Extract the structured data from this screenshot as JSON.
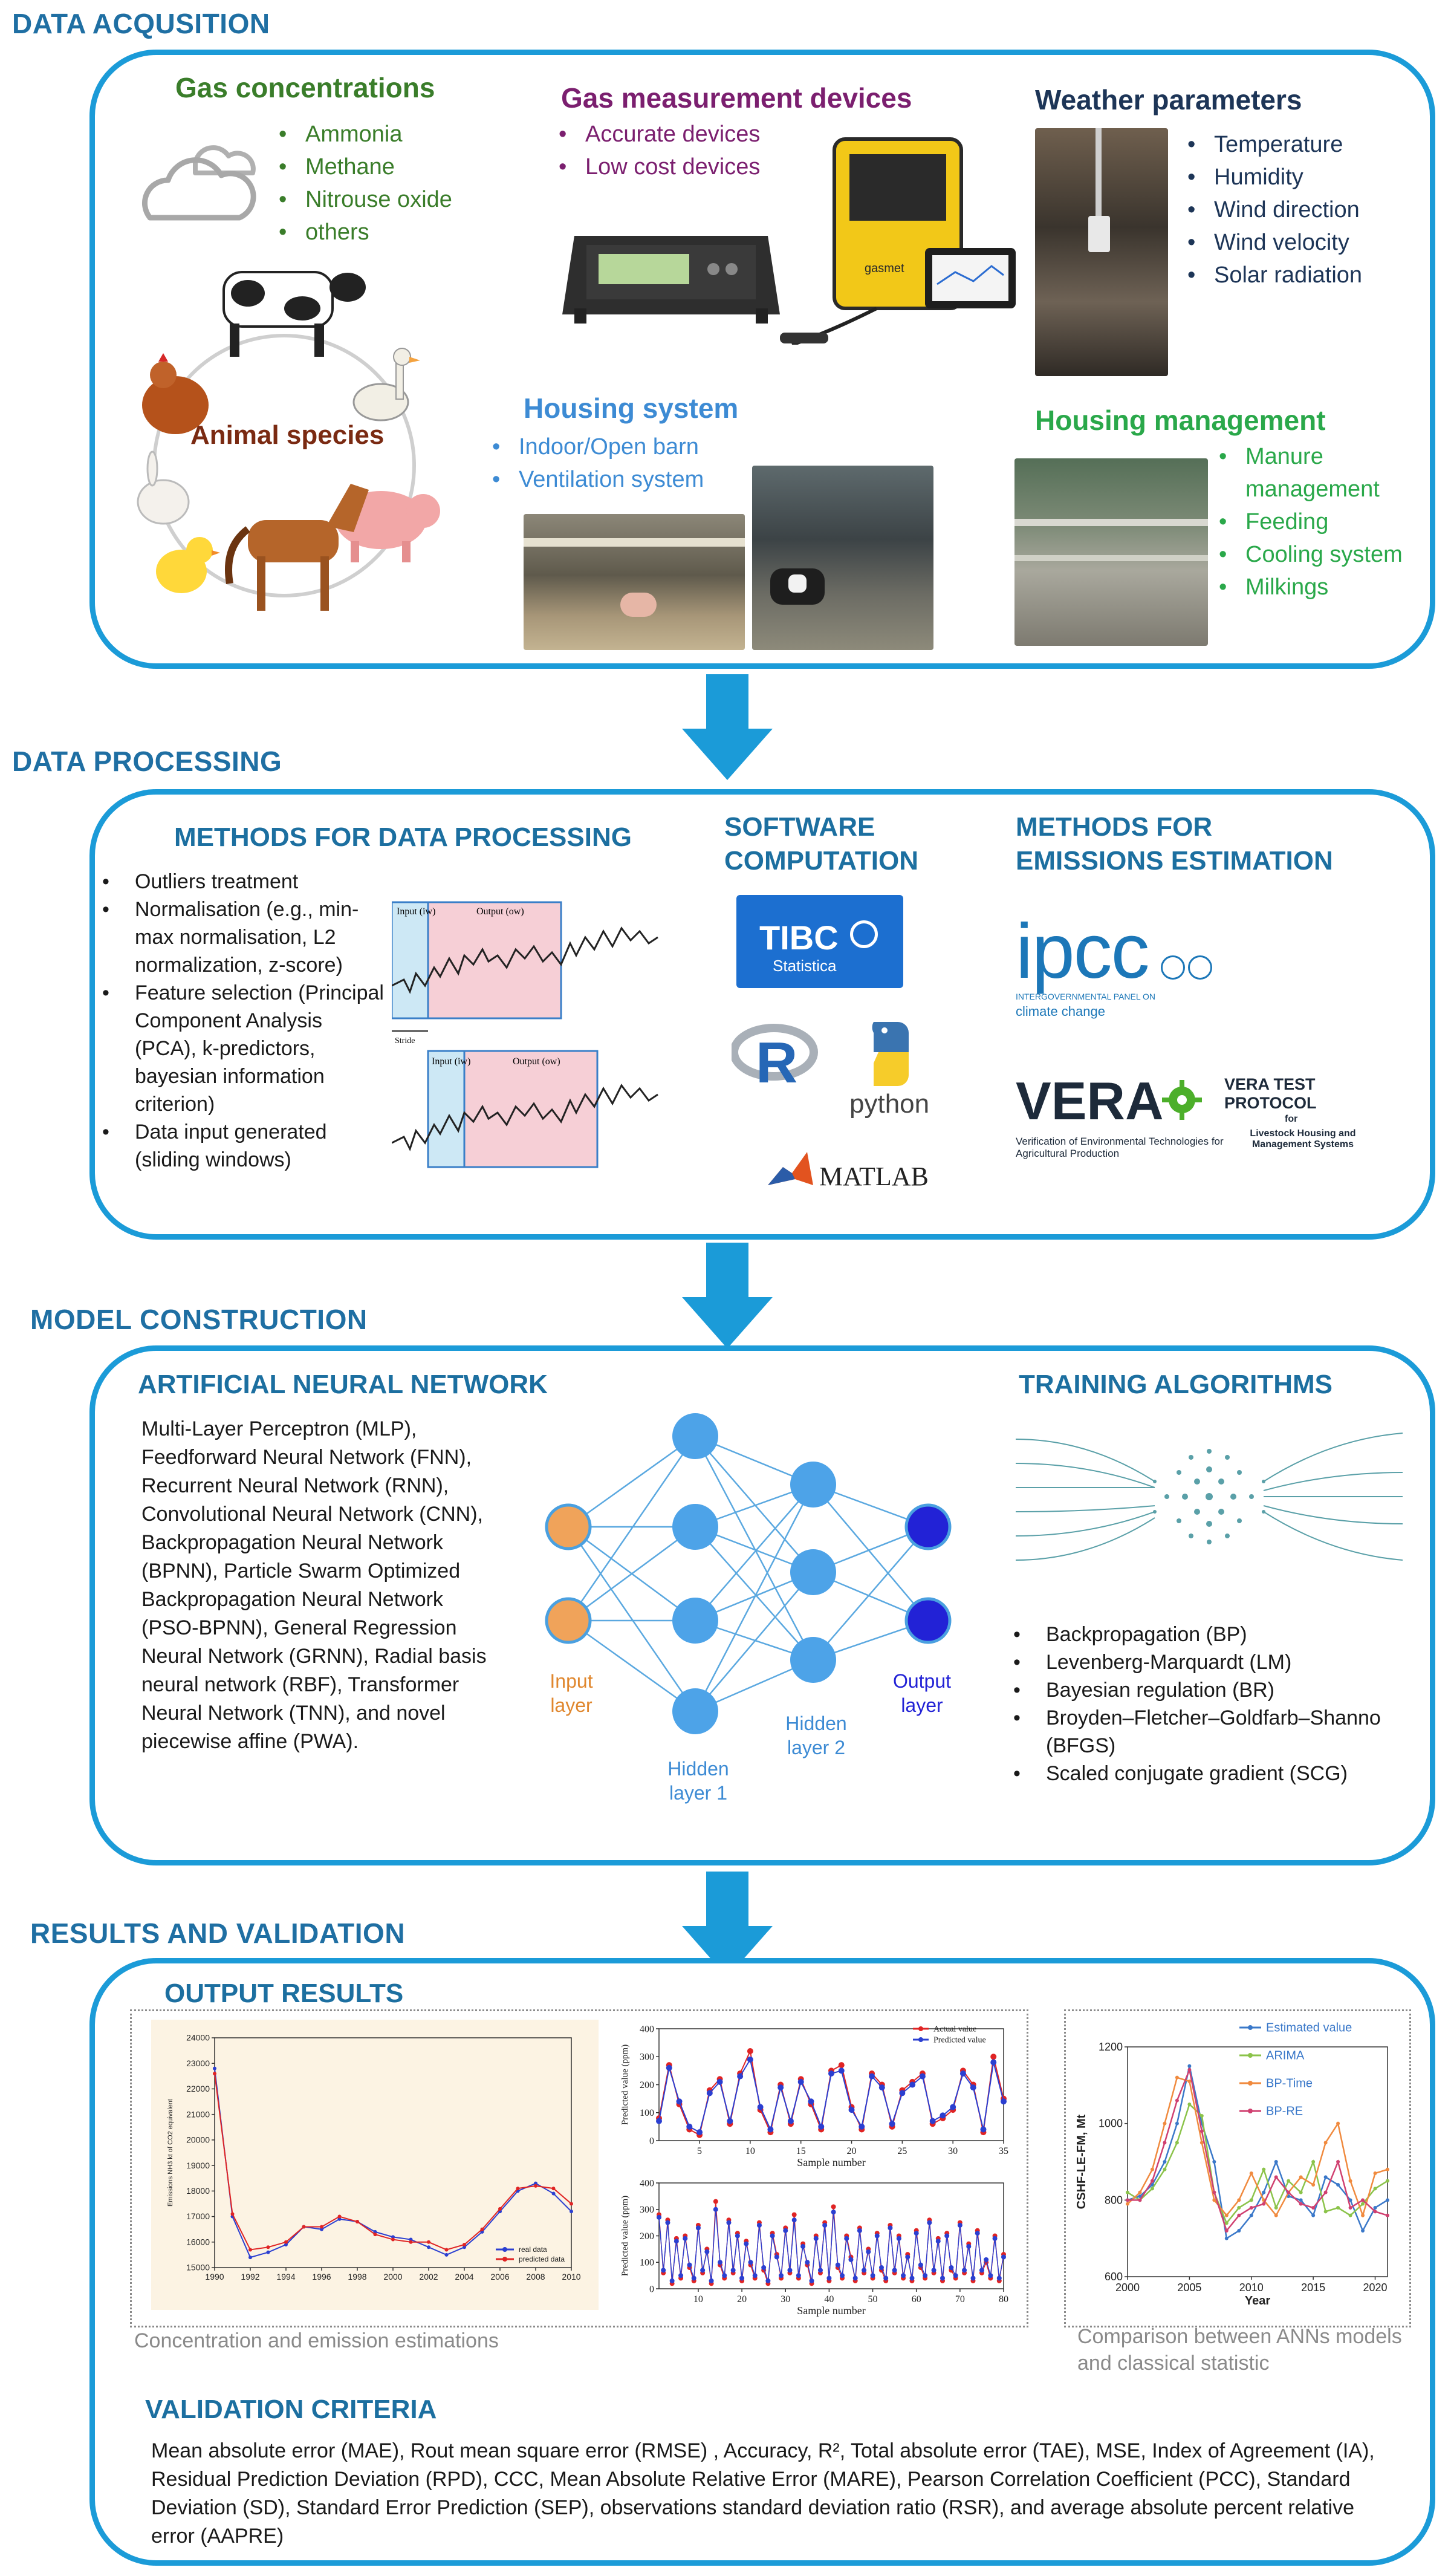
{
  "sections": {
    "acquisition": "DATA ACQUSITION",
    "processing": "DATA PROCESSING",
    "model": "MODEL CONSTRUCTION",
    "results": "RESULTS AND VALIDATION"
  },
  "acquisition": {
    "gas_title": "Gas concentrations",
    "gas_items": [
      "Ammonia",
      "Methane",
      "Nitrouse oxide",
      "others"
    ],
    "devices_title": "Gas measurement devices",
    "devices_items": [
      "Accurate devices",
      "Low cost devices"
    ],
    "device_brand": "gasmet",
    "weather_title": "Weather parameters",
    "weather_items": [
      "Temperature",
      "Humidity",
      "Wind direction",
      "Wind velocity",
      "Solar radiation"
    ],
    "animal_label": "Animal species",
    "housing_title": "Housing system",
    "housing_items": [
      "Indoor/Open barn",
      "Ventilation system"
    ],
    "mgmt_title": "Housing management",
    "mgmt_items": [
      "Manure management",
      "Feeding",
      "Cooling system",
      "Milkings"
    ]
  },
  "processing": {
    "methods_title": "METHODS FOR DATA PROCESSING",
    "methods_items": [
      "Outliers treatment",
      "Normalisation (e.g., min-max normalisation, L2 normalization, z-score)",
      "Feature selection (Principal Component Analysis (PCA), k-predictors, bayesian information criterion)",
      "Data input generated (sliding windows)"
    ],
    "window_input": "Input (iw)",
    "window_output": "Output (ow)",
    "window_stride": "Stride",
    "software_title_1": "SOFTWARE",
    "software_title_2": "COMPUTATION",
    "tibco": "TIBC",
    "tibco_sub": "Statistica",
    "r_label": "R",
    "python_label": "python",
    "matlab_label": "MATLAB",
    "emis_title_1": "METHODS FOR",
    "emis_title_2": "EMISSIONS ESTIMATION",
    "ipcc": "ipcc",
    "ipcc_sub": "INTERGOVERNMENTAL PANEL ON",
    "ipcc_sub2": "climate change",
    "vera": "VERA",
    "vera_protocol": "VERA TEST PROTOCOL",
    "vera_sub": "Verification of Environmental Technologies for Agricultural Production",
    "vera_for": "for",
    "vera_for2": "Livestock Housing and Management Systems"
  },
  "model": {
    "ann_title": "ARTIFICIAL NEURAL NETWORK",
    "ann_text": "Multi-Layer Perceptron (MLP), Feedforward Neural Network (FNN), Recurrent Neural Network (RNN), Convolutional Neural Network (CNN), Backpropagation Neural Network (BPNN), Particle Swarm Optimized Backpropagation Neural Network (PSO-BPNN), General Regression Neural Network (GRNN), Radial basis neural network (RBF), Transformer Neural Network (TNN), and novel piecewise affine (PWA).",
    "input_layer": "Input layer",
    "hidden1": "Hidden layer 1",
    "hidden2": "Hidden layer 2",
    "output_layer": "Output layer",
    "train_title": "TRAINING ALGORITHMS",
    "train_items": [
      "Backpropagation (BP)",
      "Levenberg-Marquardt (LM)",
      "Bayesian regulation (BR)",
      "Broyden–Fletcher–Goldfarb–Shanno (BFGS)",
      "Scaled conjugate gradient (SCG)"
    ]
  },
  "results": {
    "output_title": "OUTPUT RESULTS",
    "caption_left": "Concentration and emission estimations",
    "caption_right": "Comparison between ANNs models and classical statistic",
    "validation_title": "VALIDATION CRITERIA",
    "validation_text": "Mean absolute error (MAE), Rout mean square error (RMSE) , Accuracy, R², Total absolute error (TAE), MSE, Index of Agreement (IA), Residual Prediction Deviation (RPD), CCC, Mean Absolute Relative Error (MARE), Pearson Correlation Coefficient (PCC), Standard Deviation (SD), Standard Error Prediction (SEP), observations standard deviation ratio (RSR), and average absolute percent relative error (AAPRE)"
  },
  "chart_data": [
    {
      "type": "line",
      "xlabel": "",
      "ylabel": "Emissions NH3 kt of CO2 equivalent",
      "x": [
        1990,
        1991,
        1992,
        1993,
        1994,
        1995,
        1996,
        1997,
        1998,
        1999,
        2000,
        2001,
        2002,
        2003,
        2004,
        2005,
        2006,
        2007,
        2008,
        2009,
        2010
      ],
      "x_ticks": [
        "1990",
        "1992",
        "1994",
        "1996",
        "1998",
        "2000",
        "2002",
        "2004",
        "2006",
        "2008",
        "2010"
      ],
      "ylim": [
        15000,
        24000
      ],
      "y_ticks": [
        "15000",
        "16000",
        "17000",
        "18000",
        "19000",
        "20000",
        "21000",
        "22000",
        "23000",
        "24000"
      ],
      "series": [
        {
          "name": "real data",
          "color": "#2b3fd1",
          "values": [
            22800,
            17000,
            15400,
            15600,
            15900,
            16600,
            16500,
            16900,
            16800,
            16400,
            16200,
            16100,
            15800,
            15500,
            15800,
            16400,
            17200,
            18000,
            18300,
            17900,
            17200
          ]
        },
        {
          "name": "predicted data",
          "color": "#e02424",
          "values": [
            22600,
            17100,
            15700,
            15800,
            16000,
            16600,
            16600,
            17000,
            16800,
            16300,
            16100,
            16000,
            16000,
            15700,
            15900,
            16500,
            17300,
            18100,
            18200,
            18100,
            17500
          ]
        }
      ]
    },
    {
      "type": "line",
      "xlabel": "Sample number",
      "ylabel": "Predicted value (ppm)",
      "x_ticks": [
        "5",
        "10",
        "15",
        "20",
        "25",
        "30",
        "35"
      ],
      "ylim": [
        0,
        400
      ],
      "y_ticks": [
        "0",
        "100",
        "200",
        "300",
        "400"
      ],
      "series": [
        {
          "name": "Actual value",
          "color": "#e02424",
          "values": [
            80,
            270,
            130,
            40,
            20,
            180,
            220,
            60,
            240,
            320,
            110,
            30,
            200,
            60,
            220,
            130,
            40,
            250,
            270,
            120,
            40,
            240,
            200,
            50,
            180,
            210,
            240,
            60,
            80,
            110,
            250,
            200,
            30,
            300,
            150
          ]
        },
        {
          "name": "Predicted value",
          "color": "#2b3fd1",
          "values": [
            70,
            260,
            140,
            50,
            30,
            170,
            210,
            70,
            230,
            290,
            120,
            40,
            190,
            70,
            210,
            140,
            50,
            240,
            250,
            110,
            50,
            230,
            190,
            60,
            170,
            200,
            230,
            70,
            90,
            120,
            240,
            190,
            40,
            280,
            140
          ]
        }
      ]
    },
    {
      "type": "line",
      "xlabel": "Sample number",
      "ylabel": "Predicted value (ppm)",
      "x_ticks": [
        "10",
        "20",
        "30",
        "40",
        "50",
        "60",
        "70",
        "80"
      ],
      "ylim": [
        0,
        400
      ],
      "y_ticks": [
        "0",
        "100",
        "200",
        "300",
        "400"
      ],
      "series": [
        {
          "name": "Actual value",
          "color": "#e02424",
          "values": [
            280,
            60,
            260,
            20,
            190,
            40,
            200,
            80,
            30,
            240,
            60,
            150,
            20,
            330,
            90,
            40,
            260,
            60,
            210,
            30,
            180,
            90,
            40,
            250,
            70,
            20,
            210,
            130,
            40,
            230,
            60,
            280,
            40,
            170,
            90,
            20,
            200,
            60,
            250,
            30,
            310,
            80,
            40,
            200,
            120,
            30,
            230,
            60,
            150,
            40,
            210,
            70,
            30,
            240,
            60,
            200,
            40,
            130,
            30,
            220,
            80,
            40,
            260,
            60,
            190,
            30,
            210,
            70,
            40,
            250,
            60,
            170,
            30,
            220,
            60,
            100,
            40,
            200,
            30,
            130
          ]
        },
        {
          "name": "Predicted value",
          "color": "#2b3fd1",
          "values": [
            270,
            70,
            250,
            30,
            180,
            50,
            190,
            90,
            40,
            230,
            70,
            140,
            30,
            300,
            100,
            50,
            250,
            70,
            200,
            40,
            170,
            100,
            50,
            240,
            80,
            30,
            200,
            120,
            50,
            220,
            70,
            260,
            50,
            160,
            100,
            30,
            190,
            70,
            240,
            40,
            290,
            90,
            50,
            190,
            110,
            40,
            220,
            70,
            140,
            50,
            200,
            80,
            40,
            230,
            70,
            190,
            50,
            120,
            40,
            210,
            90,
            50,
            250,
            70,
            180,
            40,
            200,
            80,
            50,
            240,
            70,
            160,
            40,
            210,
            70,
            110,
            50,
            190,
            40,
            120
          ]
        }
      ]
    },
    {
      "type": "line",
      "xlabel": "Year",
      "ylabel": "CSHF-LE-FM, Mt",
      "x": [
        2000,
        2001,
        2002,
        2003,
        2004,
        2005,
        2006,
        2007,
        2008,
        2009,
        2010,
        2011,
        2012,
        2013,
        2014,
        2015,
        2016,
        2017,
        2018,
        2019,
        2020,
        2021
      ],
      "x_ticks": [
        "2000",
        "2005",
        "2010",
        "2015",
        "2020"
      ],
      "ylim": [
        600,
        1200
      ],
      "y_ticks": [
        "600",
        "800",
        "1000",
        "1200"
      ],
      "series": [
        {
          "name": "Estimated value",
          "color": "#3a78c9",
          "values": [
            800,
            810,
            840,
            900,
            1000,
            1150,
            1000,
            900,
            700,
            720,
            760,
            820,
            900,
            810,
            800,
            760,
            860,
            840,
            800,
            720,
            780,
            800
          ]
        },
        {
          "name": "ARIMA",
          "color": "#8bc34a",
          "values": [
            820,
            800,
            830,
            880,
            950,
            1050,
            1020,
            820,
            740,
            780,
            800,
            880,
            780,
            850,
            820,
            900,
            770,
            780,
            760,
            790,
            830,
            850
          ]
        },
        {
          "name": "BP-Time",
          "color": "#f08a3e",
          "values": [
            790,
            820,
            880,
            1000,
            1120,
            1110,
            950,
            800,
            760,
            800,
            870,
            800,
            760,
            820,
            860,
            840,
            950,
            1000,
            850,
            760,
            870,
            880
          ]
        },
        {
          "name": "BP-RE",
          "color": "#d04070",
          "values": [
            800,
            800,
            850,
            950,
            1060,
            1140,
            980,
            820,
            720,
            760,
            780,
            790,
            860,
            820,
            790,
            780,
            820,
            900,
            780,
            800,
            770,
            760
          ]
        }
      ]
    }
  ],
  "colors": {
    "accent": "#1b9bd8",
    "section_title": "#1f6fa3",
    "real": "#2b3fd1",
    "predicted": "#e02424"
  }
}
